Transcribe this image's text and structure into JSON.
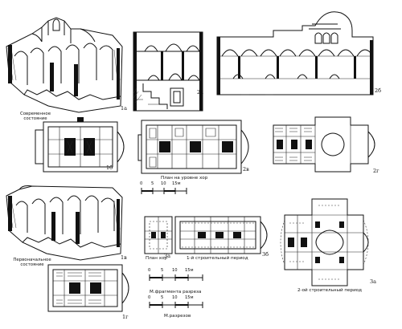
{
  "labels": {
    "fig_1a": "1а",
    "fig_1b": "1б",
    "fig_1v": "1в",
    "fig_1g": "1г",
    "fig_2a": "2а",
    "fig_2b": "2б",
    "fig_2v": "2в",
    "fig_2g": "2г",
    "fig_3a_small": "3а",
    "fig_3b": "3б",
    "fig_3a_large": "3а"
  },
  "captions": {
    "modern_state_line1": "Современное",
    "modern_state_line2": "состояние",
    "original_state_line1": "Первоначальное",
    "original_state_line2": "состояние",
    "choir_level_plan": "План на уровне хор",
    "choir_plan": "План хор",
    "first_period": "1-й строительный период",
    "second_period": "2-ой строительный период",
    "fragment_scale": "М.фрагмента разреза",
    "section_scale": "М.разрезов"
  },
  "scale_bars": {
    "plan_scale": {
      "ticks": [
        "0",
        "5",
        "10",
        "15м"
      ]
    },
    "fragment_scale": {
      "ticks": [
        "0",
        "5",
        "10",
        "15м"
      ]
    },
    "section_scale": {
      "ticks": [
        "0",
        "5",
        "10",
        "15м"
      ]
    }
  }
}
